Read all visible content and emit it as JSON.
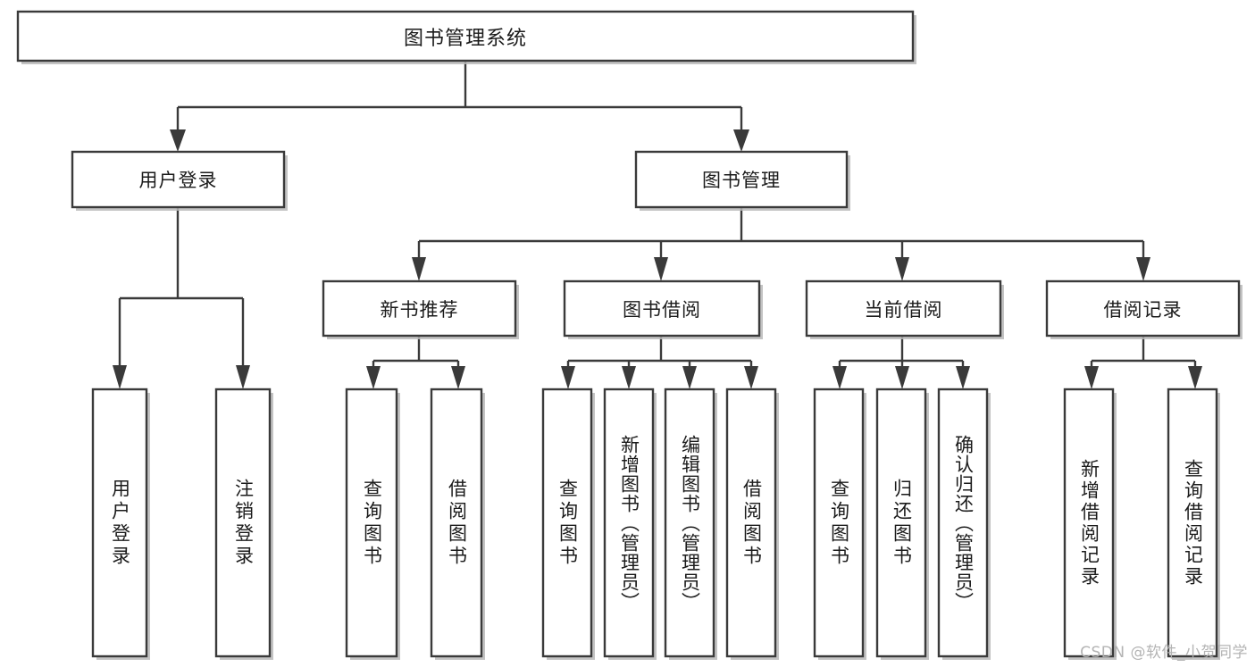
{
  "diagram": {
    "type": "tree",
    "title": "图书管理系统",
    "orientation": "top-down",
    "colors": {
      "box_stroke": "#3a3a3a",
      "box_fill": "#ffffff",
      "edge": "#3a3a3a",
      "text": "#1b1b1b",
      "watermark": "#b0b0b0",
      "background": "#ffffff"
    },
    "root": {
      "label": "图书管理系统"
    },
    "level2": [
      {
        "label": "用户登录"
      },
      {
        "label": "图书管理"
      }
    ],
    "level3": [
      {
        "label": "新书推荐"
      },
      {
        "label": "图书借阅"
      },
      {
        "label": "当前借阅"
      },
      {
        "label": "借阅记录"
      }
    ],
    "leaves": {
      "user_login": [
        {
          "label": "用户登录"
        },
        {
          "label": "注销登录"
        }
      ],
      "new_book_recommend": [
        {
          "label": "查询图书"
        },
        {
          "label": "借阅图书"
        }
      ],
      "book_borrow": [
        {
          "label": "查询图书"
        },
        {
          "label": "新增图书（管理员）"
        },
        {
          "label": "编辑图书（管理员）"
        },
        {
          "label": "借阅图书"
        }
      ],
      "current_borrow": [
        {
          "label": "查询图书"
        },
        {
          "label": "归还图书"
        },
        {
          "label": "确认归还（管理员）"
        }
      ],
      "borrow_record": [
        {
          "label": "新增借阅记录"
        },
        {
          "label": "查询借阅记录"
        }
      ]
    }
  },
  "watermark": {
    "text": "CSDN @软件_小贺同学"
  }
}
